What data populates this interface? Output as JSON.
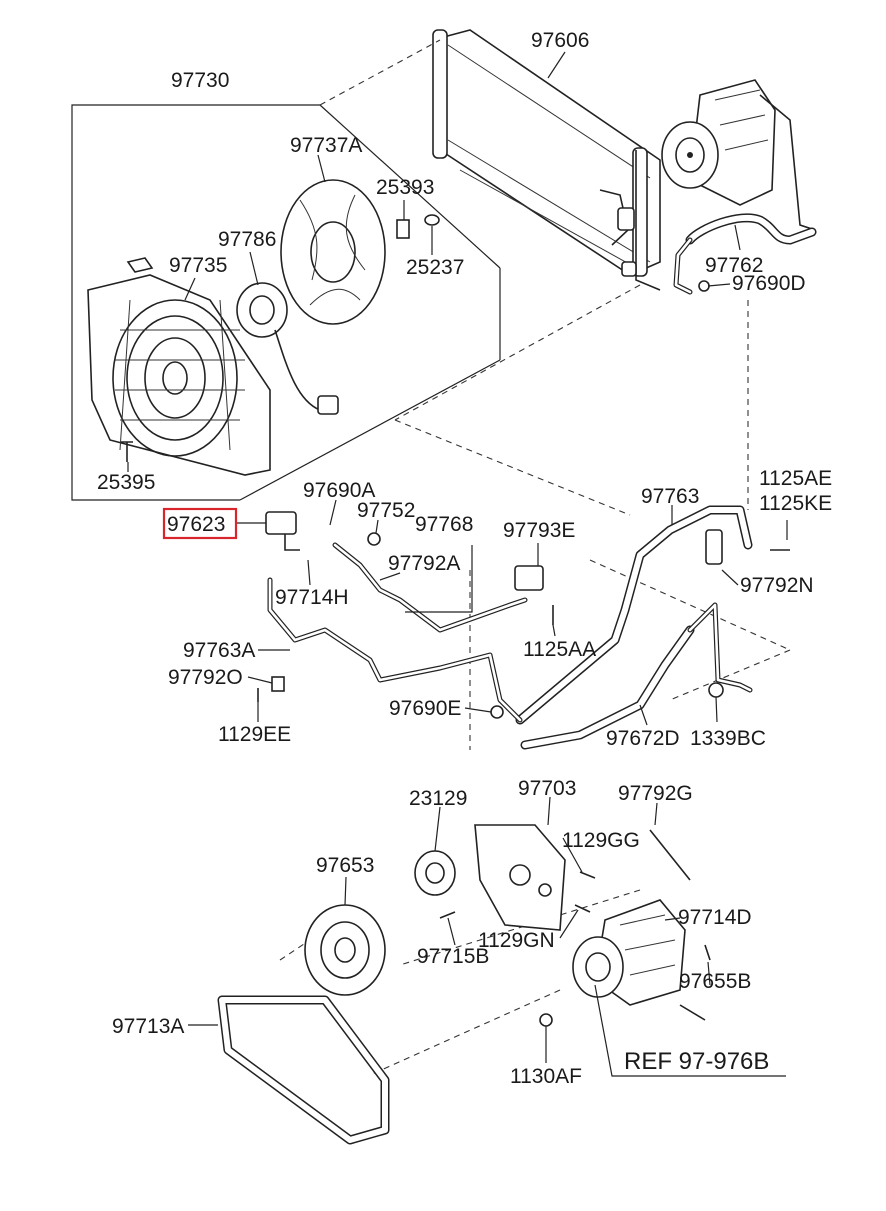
{
  "diagram": {
    "labels": {
      "p97606": "97606",
      "p97730": "97730",
      "p97737A": "97737A",
      "p25393": "25393",
      "p97786": "97786",
      "p97735": "97735",
      "p25237": "25237",
      "p97762": "97762",
      "p97690D": "97690D",
      "p25395": "25395",
      "p97690A": "97690A",
      "p97623": "97623",
      "p97752": "97752",
      "p97768": "97768",
      "p97793E": "97793E",
      "p97763": "97763",
      "p1125AE": "1125AE",
      "p1125KE": "1125KE",
      "p97792A": "97792A",
      "p97714H": "97714H",
      "p97792N": "97792N",
      "p97763A": "97763A",
      "p1125AA": "1125AA",
      "p97792O": "97792O",
      "p1129EE": "1129EE",
      "p97690E": "97690E",
      "p97672D": "97672D",
      "p1339BC": "1339BC",
      "p23129": "23129",
      "p97703": "97703",
      "p97792G": "97792G",
      "p1129GG": "1129GG",
      "p97653": "97653",
      "p97714D": "97714D",
      "p1129GN": "1129GN",
      "p97715B": "97715B",
      "p97655B": "97655B",
      "p97713A": "97713A",
      "p1130AF": "1130AF",
      "ref": "REF 97-976B"
    },
    "highlighted_part": "97623",
    "highlight_color": "#d9262c"
  }
}
